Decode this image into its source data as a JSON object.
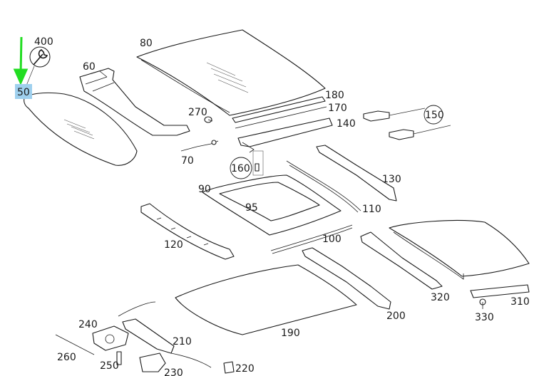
{
  "callouts": {
    "c400": "400",
    "c50": "50",
    "c60": "60",
    "c80": "80",
    "c270": "270",
    "c180": "180",
    "c170": "170",
    "c140": "140",
    "c150": "150",
    "c70": "70",
    "c160": "160",
    "c90": "90",
    "c95": "95",
    "c130": "130",
    "c110": "110",
    "c120": "120",
    "c100": "100",
    "c320": "320",
    "c310": "310",
    "c330": "330",
    "c200": "200",
    "c190": "190",
    "c240": "240",
    "c210": "210",
    "c260": "260",
    "c250": "250",
    "c230": "230",
    "c220": "220"
  },
  "highlight": {
    "callout": "50",
    "color": "#9fd0ee"
  },
  "pointer": {
    "color": "#22dd22",
    "direction": "down"
  },
  "icons": {
    "wrench": "wrench-icon"
  }
}
